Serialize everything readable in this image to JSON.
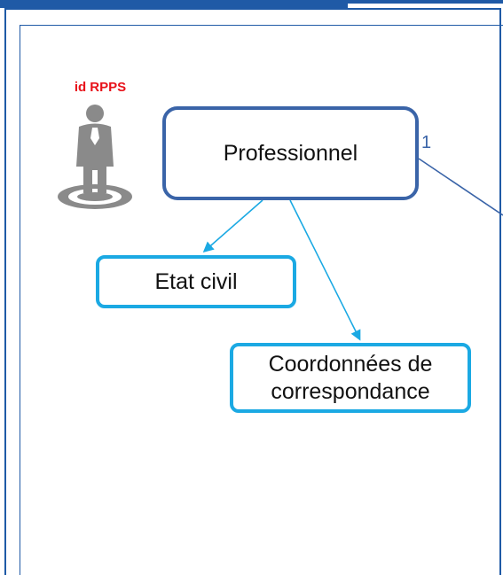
{
  "diagram": {
    "identifier_label": "id RPPS",
    "person_icon": "person-on-target-icon",
    "nodes": {
      "professionnel": "Professionnel",
      "etat_civil": "Etat civil",
      "coordonnees": "Coordonnées de correspondance"
    },
    "cardinality": "1"
  },
  "colors": {
    "frame_blue": "#1f5aa6",
    "main_node_border": "#3a64a8",
    "child_node_border": "#1ba9e3",
    "identifier_text": "#e8121a",
    "icon_gray": "#8a8a8a"
  }
}
